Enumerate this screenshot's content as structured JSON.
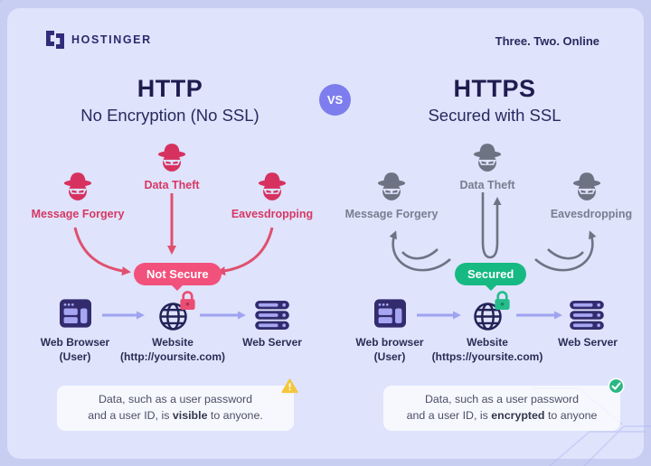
{
  "brand": {
    "name": "HOSTINGER",
    "tagline": "Three. Two. Online"
  },
  "vs_label": "VS",
  "columns": {
    "http": {
      "title": "HTTP",
      "subtitle": "No Encryption (No SSL)",
      "threats": [
        "Message Forgery",
        "Data Theft",
        "Eavesdropping"
      ],
      "status": "Not Secure",
      "nodes": [
        {
          "label": "Web Browser",
          "sublabel": "(User)"
        },
        {
          "label": "Website",
          "sublabel": "(http://yoursite.com)"
        },
        {
          "label": "Web Server",
          "sublabel": ""
        }
      ],
      "note": {
        "line1": "Data, such as a user password",
        "line2_prefix": "and a user ID, is ",
        "line2_emphasis": "visible",
        "line2_suffix": " to anyone."
      }
    },
    "https": {
      "title": "HTTPS",
      "subtitle": "Secured with SSL",
      "threats": [
        "Message Forgery",
        "Data Theft",
        "Eavesdropping"
      ],
      "status": "Secured",
      "nodes": [
        {
          "label": "Web browser",
          "sublabel": "(User)"
        },
        {
          "label": "Website",
          "sublabel": "(https://yoursite.com)"
        },
        {
          "label": "Web Server",
          "sublabel": ""
        }
      ],
      "note": {
        "line1": "Data, such as a user password",
        "line2_prefix": "and a user ID, is ",
        "line2_emphasis": "encrypted",
        "line2_suffix": " to anyone"
      }
    }
  },
  "colors": {
    "threat_red": "#d6315f",
    "badge_pink": "#f2517c",
    "badge_green": "#16b982",
    "threat_gray": "#6e7383",
    "arrow_purple": "#9fa3f0",
    "navy": "#1e1c4f",
    "vs_purple": "#7d7ded",
    "warning_yellow": "#f4c63a",
    "check_green": "#2bb784",
    "panel_bg": "#dfe3fc"
  }
}
